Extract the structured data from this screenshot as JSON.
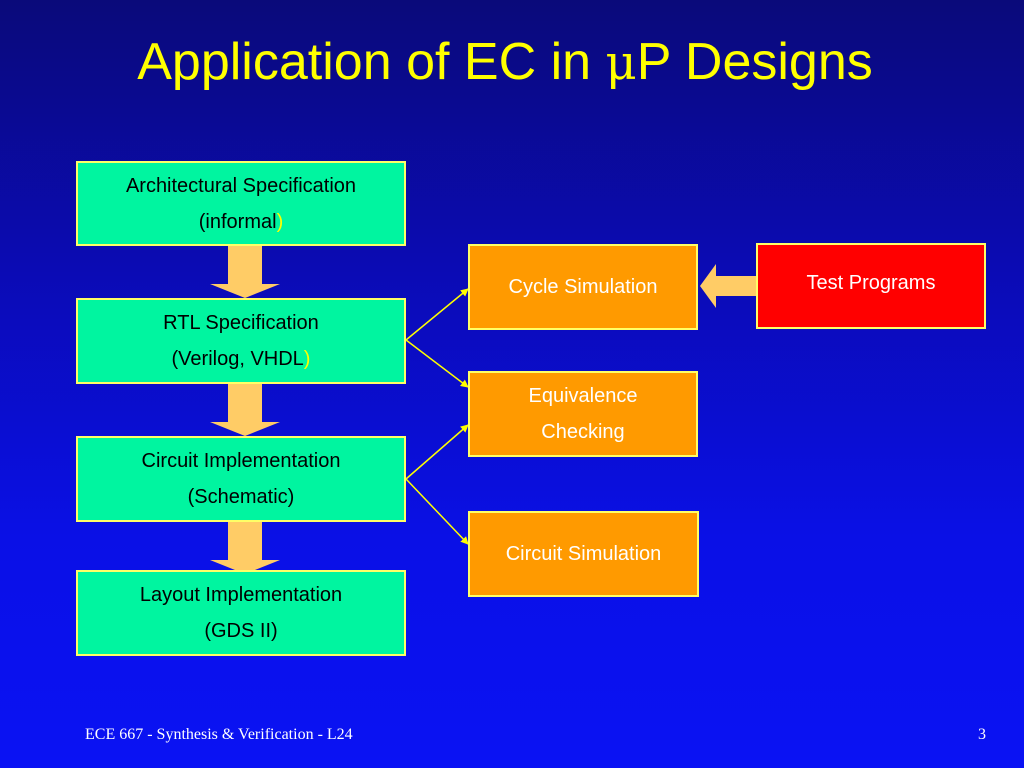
{
  "title": {
    "text_before": "Application of EC in ",
    "mu": "μ",
    "text_after": "P Designs"
  },
  "left_chain": [
    {
      "line1": "Architectural Specification",
      "line2_text": "(informal",
      "line2_paren": ")"
    },
    {
      "line1": "RTL Specification",
      "line2_text": "(Verilog, VHDL",
      "line2_paren": ")"
    },
    {
      "line1": "Circuit Implementation",
      "line2_text": "(Schematic)",
      "line2_paren": ""
    },
    {
      "line1": "Layout Implementation",
      "line2_text": "(GDS II)",
      "line2_paren": ""
    }
  ],
  "verification": {
    "cycle_simulation": "Cycle Simulation",
    "equivalence_line1": "Equivalence",
    "equivalence_line2": "Checking",
    "circuit_simulation": "Circuit Simulation"
  },
  "test_programs": "Test Programs",
  "footer": {
    "course": "ECE 667 - Synthesis & Verification - L24",
    "page": "3"
  },
  "colors": {
    "spec_box": "#00f5a0",
    "verification_box": "#ff9a00",
    "test_box": "#ff0000",
    "arrow_fill": "#ffcc66",
    "connector": "#ffff00",
    "title": "#ffff00",
    "background": "#0a10e6"
  }
}
